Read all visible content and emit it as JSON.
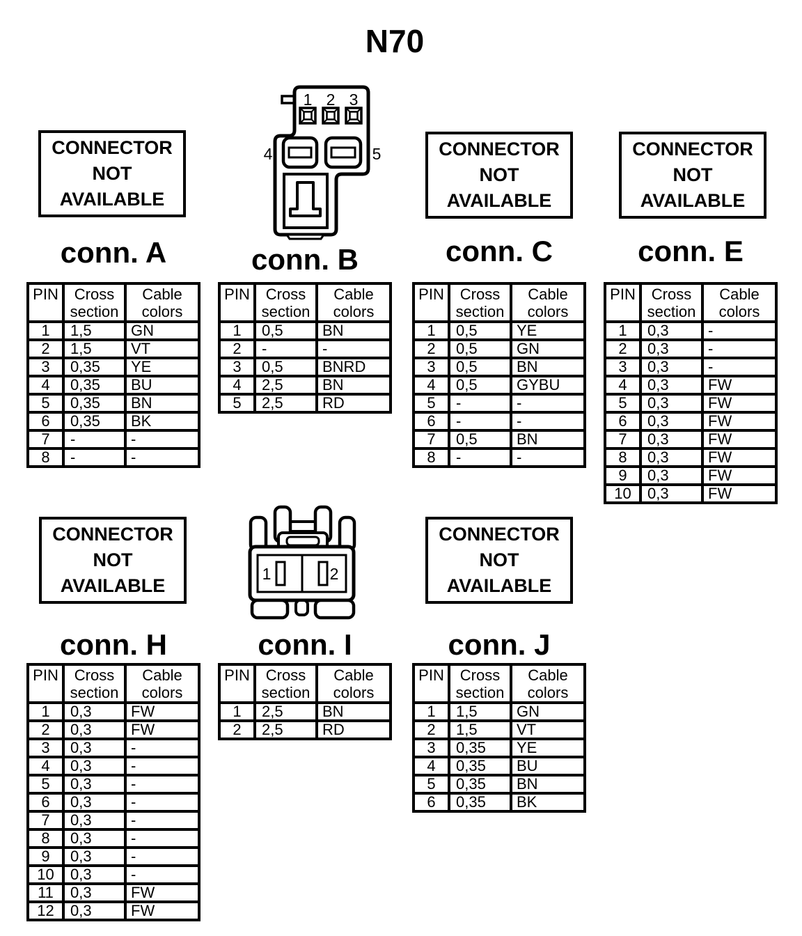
{
  "colors": {
    "ink": "#000000",
    "paper": "#ffffff"
  },
  "title": "N70",
  "unavailable_box": {
    "lines": [
      "CONNECTOR",
      "NOT",
      "AVAILABLE"
    ]
  },
  "table_header": {
    "pin": "PIN",
    "cross": "Cross section",
    "cable": "Cable colors"
  },
  "drawing_b": {
    "pin_labels": [
      "1",
      "2",
      "3",
      "4",
      "5"
    ]
  },
  "drawing_i": {
    "pin_labels": [
      "1",
      "2"
    ]
  },
  "connectors": [
    {
      "id": "A",
      "label": "conn. A",
      "figure": "unavailable",
      "rows": [
        [
          "1",
          "1,5",
          "GN"
        ],
        [
          "2",
          "1,5",
          "VT"
        ],
        [
          "3",
          "0,35",
          "YE"
        ],
        [
          "4",
          "0,35",
          "BU"
        ],
        [
          "5",
          "0,35",
          "BN"
        ],
        [
          "6",
          "0,35",
          "BK"
        ],
        [
          "7",
          "-",
          "-"
        ],
        [
          "8",
          "-",
          "-"
        ]
      ]
    },
    {
      "id": "B",
      "label": "conn. B",
      "figure": "drawing-b",
      "rows": [
        [
          "1",
          "0,5",
          "BN"
        ],
        [
          "2",
          "-",
          "-"
        ],
        [
          "3",
          "0,5",
          "BNRD"
        ],
        [
          "4",
          "2,5",
          "BN"
        ],
        [
          "5",
          "2,5",
          "RD"
        ]
      ]
    },
    {
      "id": "C",
      "label": "conn. C",
      "figure": "unavailable",
      "rows": [
        [
          "1",
          "0,5",
          "YE"
        ],
        [
          "2",
          "0,5",
          "GN"
        ],
        [
          "3",
          "0,5",
          "BN"
        ],
        [
          "4",
          "0,5",
          "GYBU"
        ],
        [
          "5",
          "-",
          "-"
        ],
        [
          "6",
          "-",
          "-"
        ],
        [
          "7",
          "0,5",
          "BN"
        ],
        [
          "8",
          "-",
          "-"
        ]
      ]
    },
    {
      "id": "E",
      "label": "conn. E",
      "figure": "unavailable",
      "rows": [
        [
          "1",
          "0,3",
          "-"
        ],
        [
          "2",
          "0,3",
          "-"
        ],
        [
          "3",
          "0,3",
          "-"
        ],
        [
          "4",
          "0,3",
          "FW"
        ],
        [
          "5",
          "0,3",
          "FW"
        ],
        [
          "6",
          "0,3",
          "FW"
        ],
        [
          "7",
          "0,3",
          "FW"
        ],
        [
          "8",
          "0,3",
          "FW"
        ],
        [
          "9",
          "0,3",
          "FW"
        ],
        [
          "10",
          "0,3",
          "FW"
        ]
      ]
    },
    {
      "id": "H",
      "label": "conn. H",
      "figure": "unavailable",
      "rows": [
        [
          "1",
          "0,3",
          "FW"
        ],
        [
          "2",
          "0,3",
          "FW"
        ],
        [
          "3",
          "0,3",
          "-"
        ],
        [
          "4",
          "0,3",
          "-"
        ],
        [
          "5",
          "0,3",
          "-"
        ],
        [
          "6",
          "0,3",
          "-"
        ],
        [
          "7",
          "0,3",
          "-"
        ],
        [
          "8",
          "0,3",
          "-"
        ],
        [
          "9",
          "0,3",
          "-"
        ],
        [
          "10",
          "0,3",
          "-"
        ],
        [
          "11",
          "0,3",
          "FW"
        ],
        [
          "12",
          "0,3",
          "FW"
        ]
      ]
    },
    {
      "id": "I",
      "label": "conn. I",
      "figure": "drawing-i",
      "rows": [
        [
          "1",
          "2,5",
          "BN"
        ],
        [
          "2",
          "2,5",
          "RD"
        ]
      ]
    },
    {
      "id": "J",
      "label": "conn. J",
      "figure": "unavailable",
      "rows": [
        [
          "1",
          "1,5",
          "GN"
        ],
        [
          "2",
          "1,5",
          "VT"
        ],
        [
          "3",
          "0,35",
          "YE"
        ],
        [
          "4",
          "0,35",
          "BU"
        ],
        [
          "5",
          "0,35",
          "BN"
        ],
        [
          "6",
          "0,35",
          "BK"
        ]
      ]
    }
  ]
}
